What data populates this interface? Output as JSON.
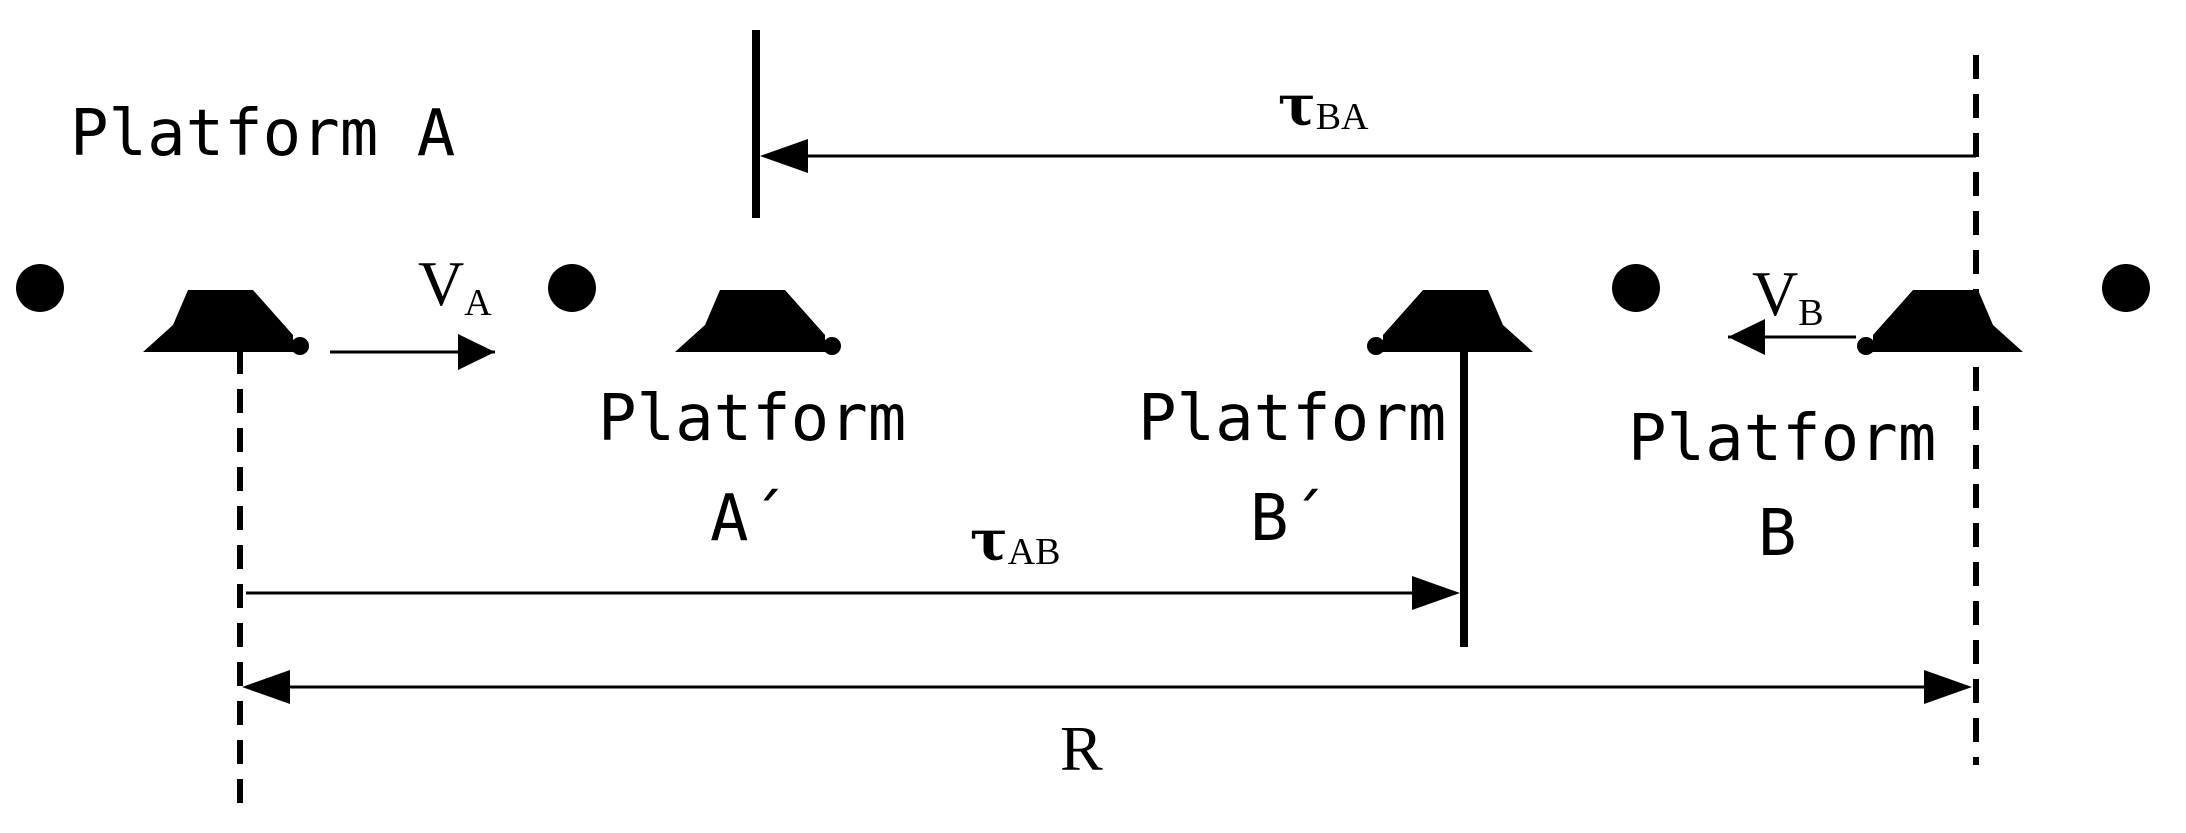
{
  "labels": {
    "platform_a": "Platform A",
    "platform_a_prime_line1": "Platform",
    "platform_a_prime_line2": "A´",
    "platform_b_prime_line1": "Platform",
    "platform_b_prime_line2": "B´",
    "platform_b_line1": "Platform",
    "platform_b_line2": "B",
    "range": "R"
  },
  "velocity_a": {
    "symbol": "V",
    "subscript": "A"
  },
  "velocity_b": {
    "symbol": "V",
    "subscript": "B"
  },
  "delay_ab": {
    "symbol": "τ",
    "subscript": "AB"
  },
  "delay_ba": {
    "symbol": "τ",
    "subscript": "BA"
  }
}
